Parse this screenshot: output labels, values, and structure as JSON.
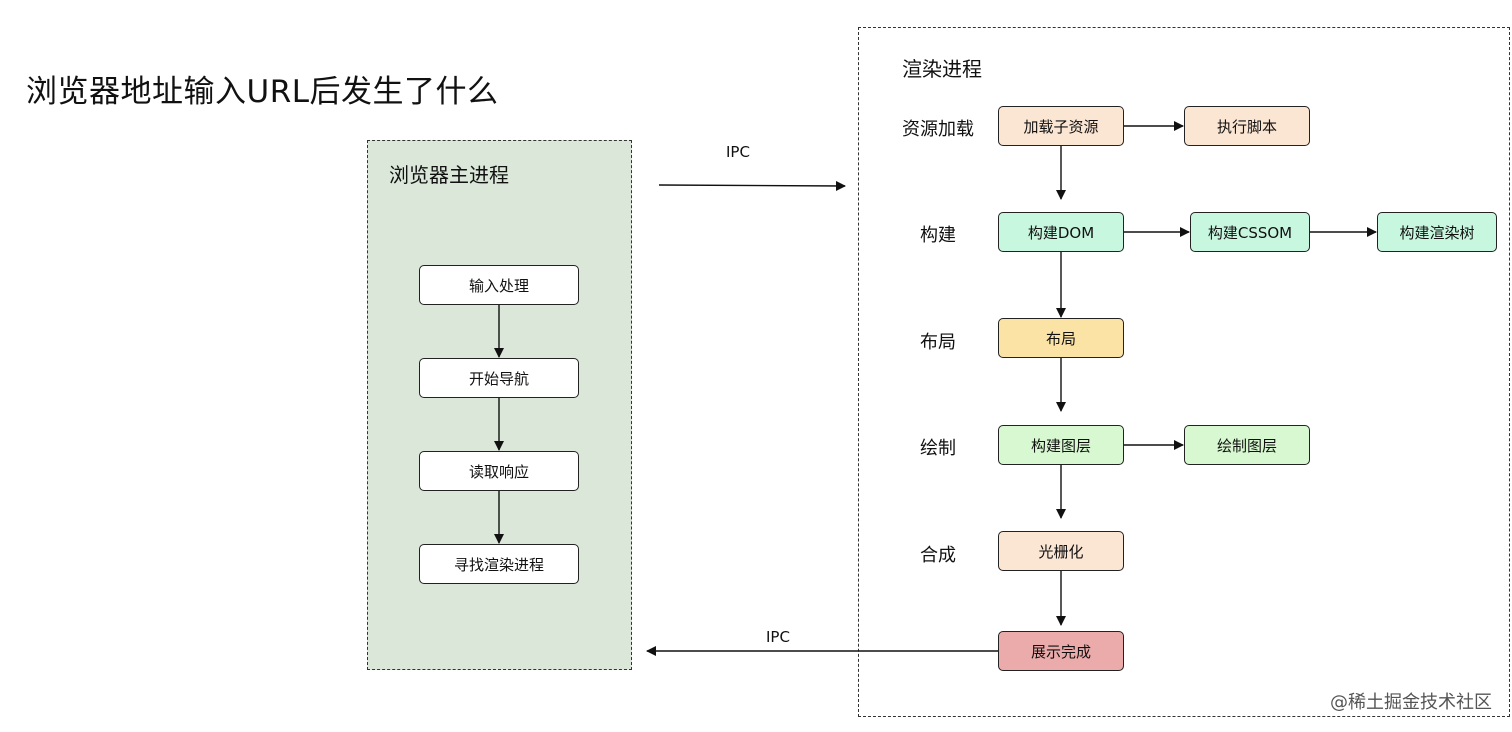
{
  "title": "浏览器地址输入URL后发生了什么",
  "main_process": {
    "title": "浏览器主进程",
    "steps": [
      "输入处理",
      "开始导航",
      "读取响应",
      "寻找渲染进程"
    ]
  },
  "render_process": {
    "title": "渲染进程",
    "stages": {
      "resource": "资源加载",
      "build": "构建",
      "layout": "布局",
      "paint": "绘制",
      "composite": "合成"
    },
    "nodes": {
      "load_subresources": "加载子资源",
      "execute_script": "执行脚本",
      "build_dom": "构建DOM",
      "build_cssom": "构建CSSOM",
      "build_render_tree": "构建渲染树",
      "layout": "布局",
      "build_layers": "构建图层",
      "paint_layers": "绘制图层",
      "rasterize": "光栅化",
      "display_complete": "展示完成"
    }
  },
  "ipc_labels": {
    "to_render": "IPC",
    "to_main": "IPC"
  },
  "watermark": "@稀土掘金技术社区",
  "colors": {
    "main_bg": "#dbe8d9",
    "peach": "#fbe5d3",
    "mint": "#c8f7e0",
    "yellow": "#fbe3a6",
    "light_green": "#d7f8d0",
    "red": "#ebabab"
  }
}
